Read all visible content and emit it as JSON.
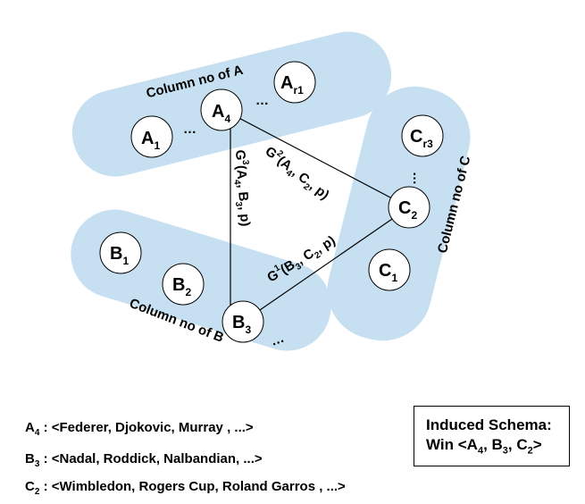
{
  "columns": {
    "a": {
      "label": "Column no of A"
    },
    "b": {
      "label": "Column no of B"
    },
    "c": {
      "label": "Column no of C"
    }
  },
  "nodes": {
    "a1": {
      "letter": "A",
      "sub": "1"
    },
    "a4": {
      "letter": "A",
      "sub": "4"
    },
    "ar1": {
      "letter": "A",
      "sub": "r1"
    },
    "b1": {
      "letter": "B",
      "sub": "1"
    },
    "b2": {
      "letter": "B",
      "sub": "2"
    },
    "b3": {
      "letter": "B",
      "sub": "3"
    },
    "c1": {
      "letter": "C",
      "sub": "1"
    },
    "c2": {
      "letter": "C",
      "sub": "2"
    },
    "cr3": {
      "letter": "C",
      "sub": "r3"
    }
  },
  "ellipsis": "…",
  "edges": {
    "g1": {
      "G": "G",
      "sup": "1",
      "open": "(B",
      "s1": "3",
      "mid": ", C",
      "s2": "2",
      "close": ", p)"
    },
    "g2": {
      "G": "G",
      "sup": "2",
      "open": "(A",
      "s1": "4",
      "mid": ", C",
      "s2": "2",
      "close": ", p)"
    },
    "g3": {
      "G": "G",
      "sup": "3",
      "open": "(A",
      "s1": "4",
      "mid": ", B",
      "s2": "3",
      "close": ", p)"
    }
  },
  "legend": [
    {
      "letter": "A",
      "sub": "4",
      "text": " : <Federer, Djokovic, Murray , ...>"
    },
    {
      "letter": "B",
      "sub": "3",
      "text": " : <Nadal, Roddick, Nalbandian, ...>"
    },
    {
      "letter": "C",
      "sub": "2",
      "text": " : <Wimbledon, Rogers Cup, Roland Garros , ...>"
    }
  ],
  "schema": {
    "title": "Induced Schema:",
    "prefix": "Win <A",
    "s1": "4",
    "sep1": ", B",
    "s2": "3",
    "sep2": ", C",
    "s3": "2",
    "suffix": ">"
  },
  "colors": {
    "panel": "#c6e0f1",
    "line": "#000000",
    "node_fill": "#ffffff"
  }
}
